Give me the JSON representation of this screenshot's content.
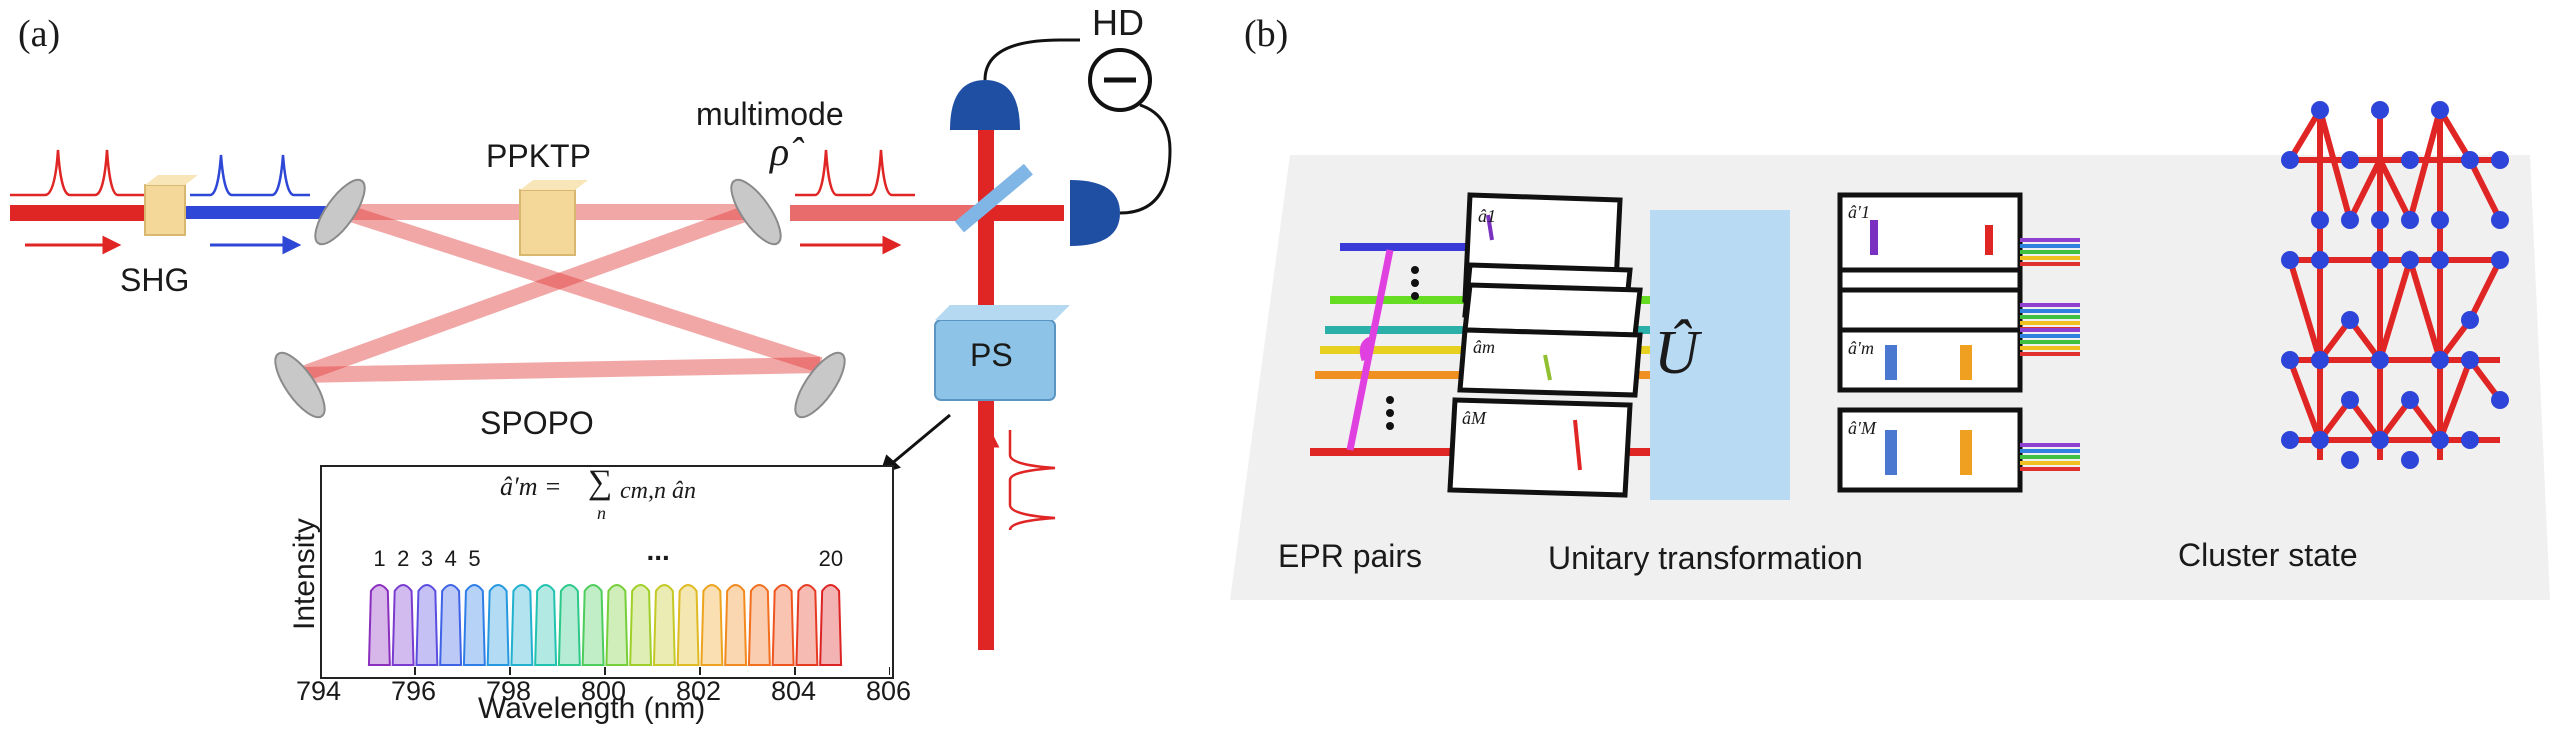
{
  "panel_a": {
    "tag": "(a)",
    "labels": {
      "shg": "SHG",
      "ppktp": "PPKTP",
      "spopo": "SPOPO",
      "multimode": "multimode",
      "rho": "ρ̂",
      "hd": "HD",
      "ps": "PS"
    },
    "spectrum": {
      "equation_lhs": "â′m = ",
      "equation_rhs": "cm,n ân",
      "sum_symbol": "∑",
      "sum_index": "n",
      "ylabel": "Intensity",
      "xlabel": "Wavelength (nm)",
      "xticks": [
        "794",
        "796",
        "798",
        "800",
        "802",
        "804",
        "806"
      ],
      "mode_labels": [
        "1",
        "2",
        "3",
        "4",
        "5",
        "...",
        "20"
      ]
    }
  },
  "panel_b": {
    "tag": "(b)",
    "labels": {
      "epr": "EPR pairs",
      "unitary": "Unitary transformation",
      "cluster": "Cluster state",
      "u_hat": "Û",
      "in_top": "â1",
      "in_mid": "âm",
      "in_bot": "âM",
      "out_top": "â′1",
      "out_mid": "â′m",
      "out_bot": "â′M"
    }
  },
  "chart_data": {
    "type": "line",
    "xlabel": "Wavelength (nm)",
    "ylabel": "Intensity",
    "xlim": [
      794,
      806
    ],
    "mode_count": 20,
    "mode_centers_nm": [
      795.25,
      795.75,
      796.25,
      796.75,
      797.25,
      797.75,
      798.25,
      798.75,
      799.25,
      799.75,
      800.25,
      800.75,
      801.25,
      801.75,
      802.25,
      802.75,
      803.25,
      803.75,
      804.25,
      804.75
    ],
    "mode_colors": [
      "#8b2fbf",
      "#7a3cd0",
      "#5a4ee0",
      "#3f63e6",
      "#2f7de6",
      "#2698df",
      "#22b0cf",
      "#22c2b0",
      "#2dc98a",
      "#4ccd5c",
      "#76cf3a",
      "#a0cf2a",
      "#c4c926",
      "#dfba22",
      "#eda31f",
      "#f28a1f",
      "#f2701f",
      "#ee5520",
      "#e63b22",
      "#dd2424"
    ]
  }
}
